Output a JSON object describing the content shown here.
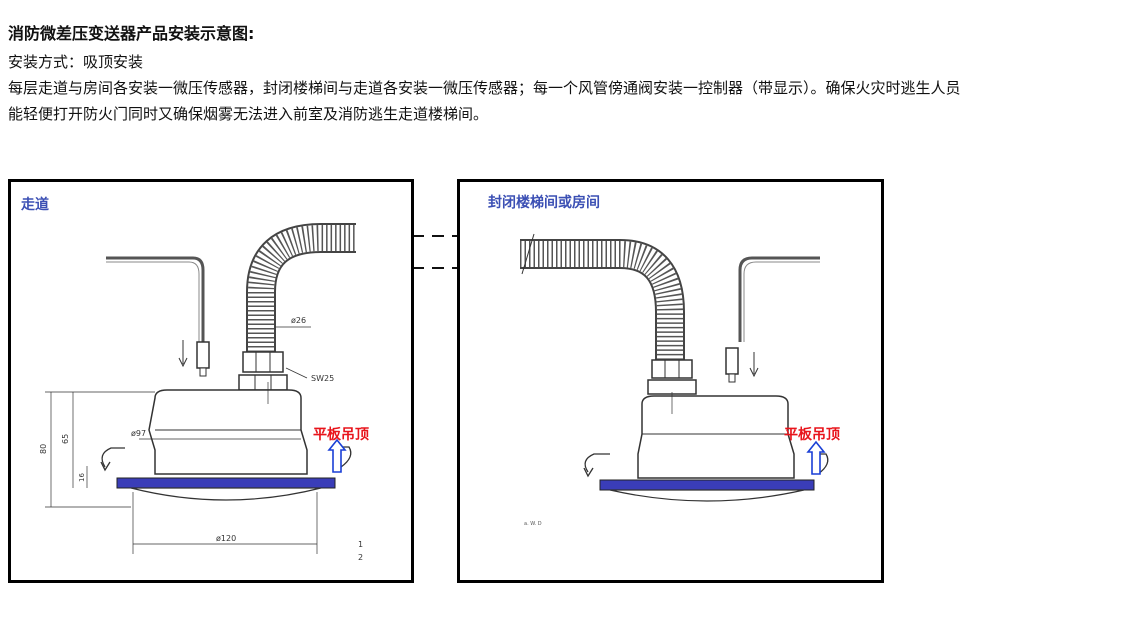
{
  "title": "消防微差压变送器产品安装示意图:",
  "lines": {
    "install": "安装方式：吸顶安装",
    "desc1": "每层走道与房间各安装一微压传感器，封闭楼梯间与走道各安装一微压传感器；每一个风管傍通阀安装一控制器（带显示）。确保火灾时逃生人员",
    "desc2": "能轻便打开防火门同时又确保烟雾无法进入前室及消防逃生走道楼梯间。"
  },
  "left_panel": {
    "label": "走道",
    "ceiling": "平板吊顶",
    "dims": {
      "d26": "ø26",
      "sw": "SW25",
      "d97": "ø97",
      "h80": "80",
      "h65": "65",
      "h16": "16",
      "d120": "ø120",
      "n1": "1",
      "n2": "2"
    }
  },
  "right_panel": {
    "label": "封闭楼梯间或房间",
    "ceiling": "平板吊顶",
    "mark": "a. W. D"
  },
  "colors": {
    "plate": "#3a3db8",
    "label": "#3b4fb4",
    "ceiling_text": "#e8141b",
    "arrow": "#1a3fd6"
  }
}
